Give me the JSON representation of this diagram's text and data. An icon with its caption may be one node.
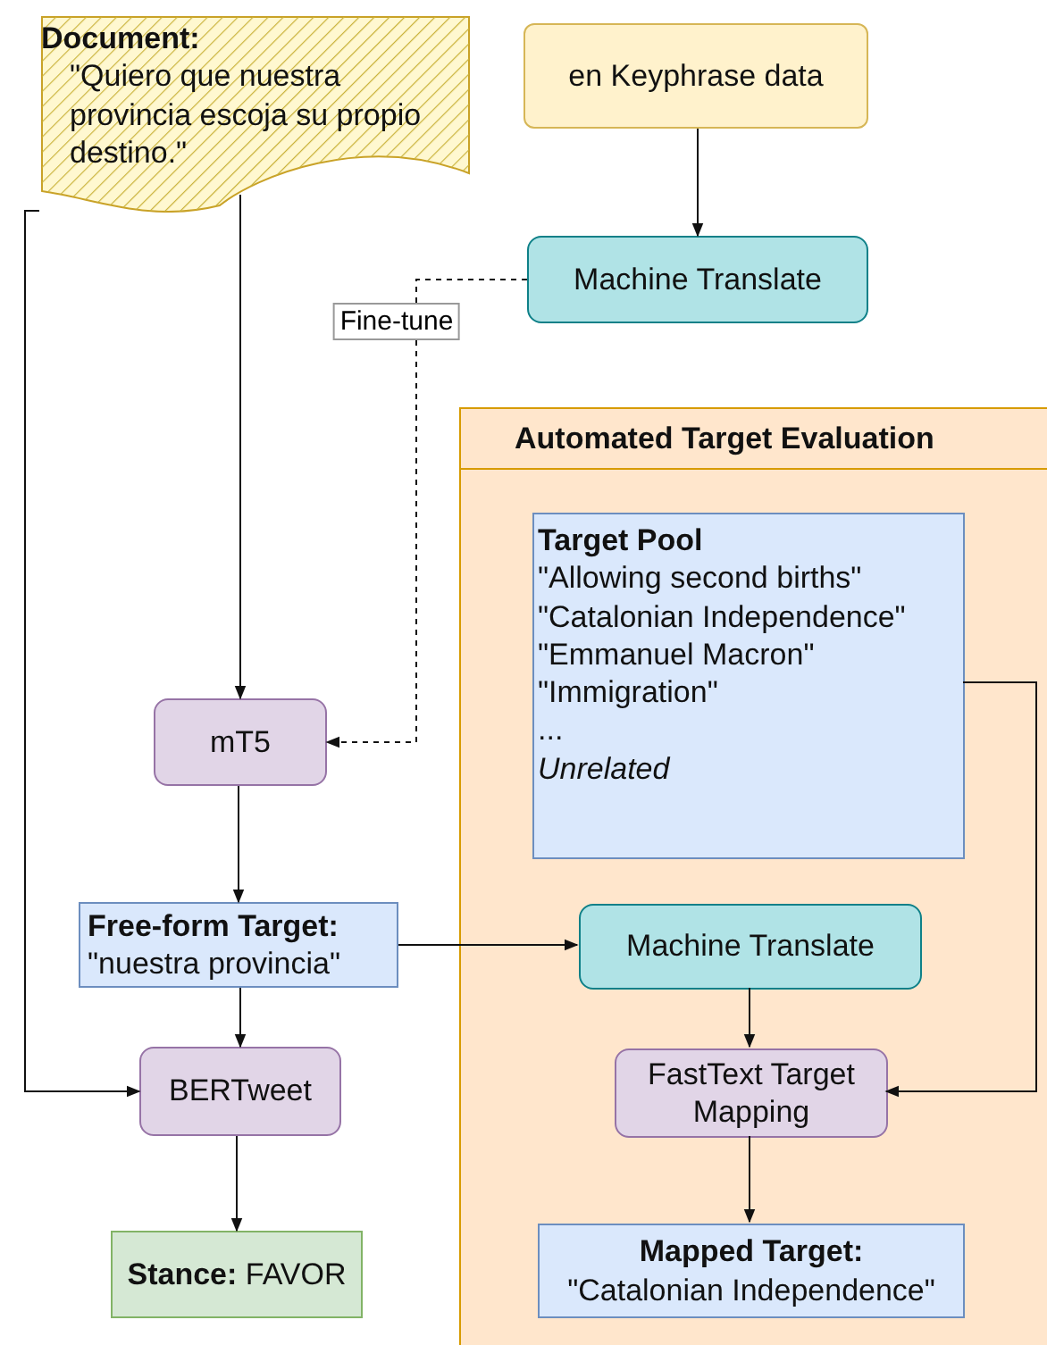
{
  "diagram": {
    "nodes": [
      {
        "text": [
          "Document:",
          "\"Quiero que nuestra provincia escoja su propio destino.\""
        ]
      },
      {
        "text": [
          "en Keyphrase data"
        ]
      },
      {
        "text": [
          "Machine Translate"
        ]
      },
      {
        "text": [
          "Automated Target Evaluation"
        ]
      },
      {
        "text": [
          "Target Pool",
          "\"Allowing second births\"",
          "\"Catalonian Independence\"",
          "\"Emmanuel Macron\"",
          "\"Immigration\"",
          "...",
          "Unrelated"
        ],
        "in": 3
      },
      {
        "text": [
          "mT5"
        ]
      },
      {
        "text": [
          "Free-form Target:",
          "\"nuestra provincia\""
        ]
      },
      {
        "text": [
          "Machine Translate"
        ],
        "in": 3
      },
      {
        "text": [
          "BERTweet"
        ]
      },
      {
        "text": [
          "FastText Target Mapping"
        ],
        "in": 3
      },
      {
        "text": [
          "**Stance:** FAVOR"
        ]
      },
      {
        "text": [
          "Mapped Target:",
          "\"Catalonian Independence\""
        ],
        "in": 3
      }
    ],
    "edges": [
      {
        "from": 1,
        "to": 2,
        "arrow": "to"
      },
      {
        "from": 2,
        "to": 5,
        "arrow": "to",
        "label": "Fine-tune",
        "style": "dashed"
      },
      {
        "from": 0,
        "to": 5,
        "arrow": "to"
      },
      {
        "from": 0,
        "to": 8,
        "arrow": "to"
      },
      {
        "from": 5,
        "to": 6,
        "arrow": "to"
      },
      {
        "from": 6,
        "to": 8,
        "arrow": "to"
      },
      {
        "from": 6,
        "to": 7,
        "arrow": "to"
      },
      {
        "from": 7,
        "to": 9,
        "arrow": "to"
      },
      {
        "from": 4,
        "to": 9,
        "arrow": "to"
      },
      {
        "from": 9,
        "to": 11,
        "arrow": "to"
      },
      {
        "from": 8,
        "to": 10,
        "arrow": "to"
      }
    ]
  }
}
